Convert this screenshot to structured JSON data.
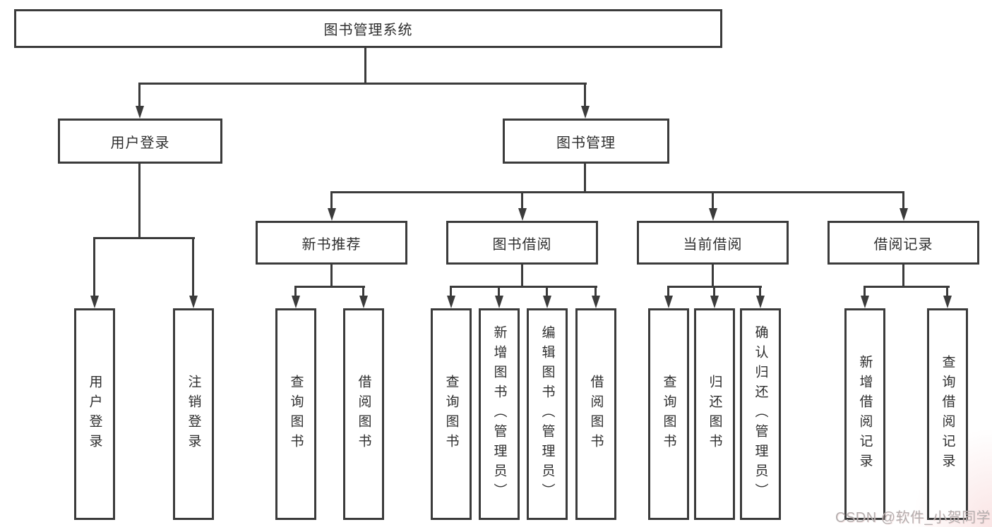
{
  "diagram": {
    "root_label": "图书管理系统",
    "level2": {
      "user_login": "用户登录",
      "book_management": "图书管理"
    },
    "level3": {
      "new_book": "新书推荐",
      "book_borrow": "图书借阅",
      "current_borrow": "当前借阅",
      "borrow_record": "借阅记录"
    },
    "leaves": {
      "user_login": [
        "用户登录",
        "注销登录"
      ],
      "new_book": [
        "查询图书",
        "借阅图书"
      ],
      "book_borrow": [
        "查询图书",
        "新增图书（管理员）",
        "编辑图书（管理员）",
        "借阅图书"
      ],
      "current_borrow": [
        "查询图书",
        "归还图书",
        "确认归还（管理员）"
      ],
      "borrow_record": [
        "新增借阅记录",
        "查询借阅记录"
      ]
    }
  },
  "watermark": "CSDN @软件_小贺同学",
  "colors": {
    "line": "#3b3b3b",
    "text": "#2f2f2f",
    "background": "#ffffff",
    "watermark": "#b3aeae"
  }
}
